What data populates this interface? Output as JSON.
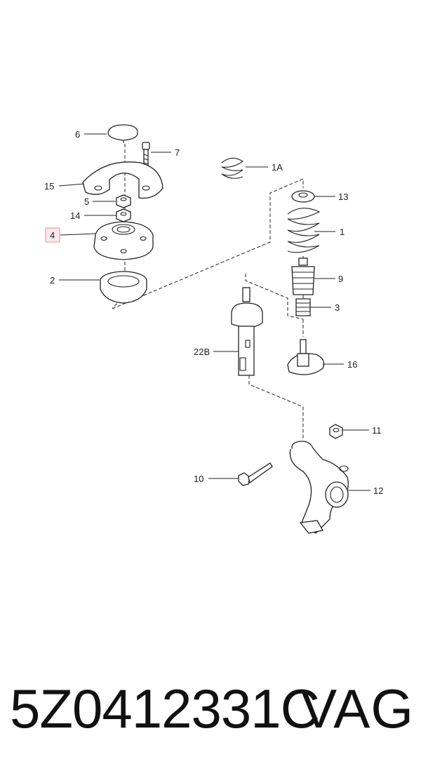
{
  "callouts": {
    "c6": "6",
    "c7": "7",
    "c1A": "1A",
    "c15": "15",
    "c13": "13",
    "c5": "5",
    "c14": "14",
    "c1": "1",
    "c4": "4",
    "c2": "2",
    "c9": "9",
    "c3": "3",
    "c22B": "22B",
    "c16": "16",
    "c11": "11",
    "c10": "10",
    "c12": "12"
  },
  "highlight": {
    "callout": "4",
    "color": "#e8a0a8"
  },
  "caption": {
    "part_number": "5Z0412331C",
    "brand": "VAG"
  }
}
